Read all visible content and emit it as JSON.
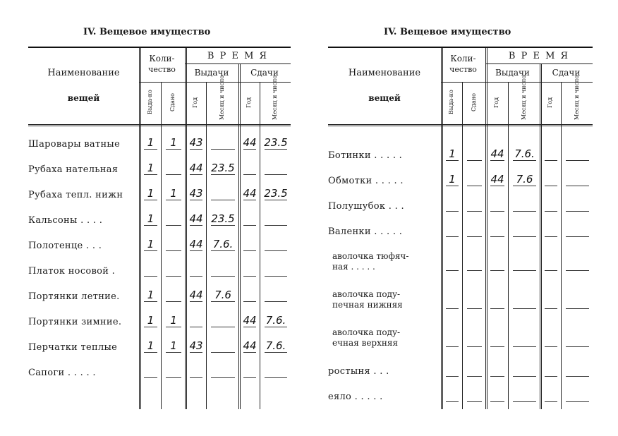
{
  "section_title": "IV. Вещевое имущество",
  "headers": {
    "name_line1": "Наименование",
    "name_line2": "вещей",
    "quantity": "Коли- чество",
    "quantity_l1": "Коли-",
    "quantity_l2": "чество",
    "time": "В Р Е М Я",
    "issue": "Выдачи",
    "return": "Сдачи",
    "issued": "Выда-но",
    "returned": "Сдано",
    "year": "Год",
    "month_day": "Месяц и число"
  },
  "left_rows": [
    {
      "name": "Шаровары ватные",
      "values": [
        "1",
        "1",
        "43",
        "",
        "44",
        "23.5"
      ]
    },
    {
      "name": "Рубаха нательная",
      "values": [
        "1",
        "",
        "44",
        "23.5",
        "",
        ""
      ]
    },
    {
      "name": "Рубаха тепл. нижн",
      "values": [
        "1",
        "1",
        "43",
        "",
        "44",
        "23.5"
      ]
    },
    {
      "name": "Кальсоны . . . .",
      "values": [
        "1",
        "",
        "44",
        "23.5",
        "",
        ""
      ]
    },
    {
      "name": "Полотенце   . . .",
      "values": [
        "1",
        "",
        "44",
        "7.6.",
        "",
        ""
      ]
    },
    {
      "name": "Платок носовой .",
      "values": [
        "",
        "",
        "",
        "",
        "",
        ""
      ]
    },
    {
      "name": "Портянки летние.",
      "values": [
        "1",
        "",
        "44",
        "7.6",
        "",
        ""
      ]
    },
    {
      "name": "Портянки зимние.",
      "values": [
        "1",
        "1",
        "",
        "",
        "44",
        "7.6."
      ]
    },
    {
      "name": "Перчатки теплые",
      "values": [
        "1",
        "1",
        "43",
        "",
        "44",
        "7.6."
      ]
    },
    {
      "name": "Сапоги   . . . . .",
      "values": [
        "",
        "",
        "",
        "",
        "",
        ""
      ]
    }
  ],
  "right_rows": [
    {
      "name": "Ботинки . . . . .",
      "values": [
        "1",
        "",
        "44",
        "7.6.",
        "",
        ""
      ]
    },
    {
      "name": "Обмотки . . . . .",
      "values": [
        "1",
        "",
        "44",
        "7.6",
        "",
        ""
      ]
    },
    {
      "name": "Полушубок   . . .",
      "values": [
        "",
        "",
        "",
        "",
        "",
        ""
      ]
    },
    {
      "name": "Валенки . . . . .",
      "values": [
        "",
        "",
        "",
        "",
        "",
        ""
      ]
    },
    {
      "name": "аволочка тюфяч-",
      "name2": "ная  . . . . .",
      "values": [
        "",
        "",
        "",
        "",
        "",
        ""
      ]
    },
    {
      "name": "аволочка   поду-",
      "name2": "печная нижняя",
      "values": [
        "",
        "",
        "",
        "",
        "",
        ""
      ]
    },
    {
      "name": "аволочка   поду-",
      "name2": "ечная верхняя",
      "values": [
        "",
        "",
        "",
        "",
        "",
        ""
      ]
    },
    {
      "name": "ростыня  . . .",
      "values": [
        "",
        "",
        "",
        "",
        "",
        ""
      ]
    },
    {
      "name": "еяло  . . . . .",
      "values": [
        "",
        "",
        "",
        "",
        "",
        ""
      ]
    }
  ]
}
